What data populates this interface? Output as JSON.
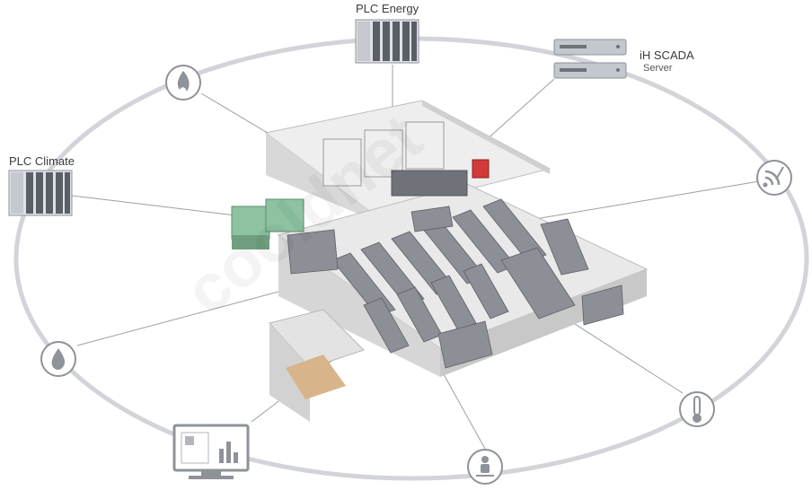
{
  "diagram": {
    "labels": {
      "plc_energy": "PLC Energy",
      "plc_climate": "PLC Climate",
      "scada_title": "iH SCADA",
      "scada_subtitle": "Server"
    },
    "icons": [
      "fire-icon",
      "wifi-signal-icon",
      "water-drop-icon",
      "thermometer-icon",
      "monitor-dashboard-icon",
      "person-sensor-icon",
      "plc-icon",
      "server-rack-icon"
    ],
    "watermark": "cooldnet",
    "colors": {
      "ring": "#d2d4d9",
      "icon_stroke": "#8e9299",
      "plc_body": "#dfe1e6",
      "cabinet": "#8c8f95",
      "cooling_green": "#8ec3a1",
      "fire_red": "#d23a3a"
    }
  }
}
